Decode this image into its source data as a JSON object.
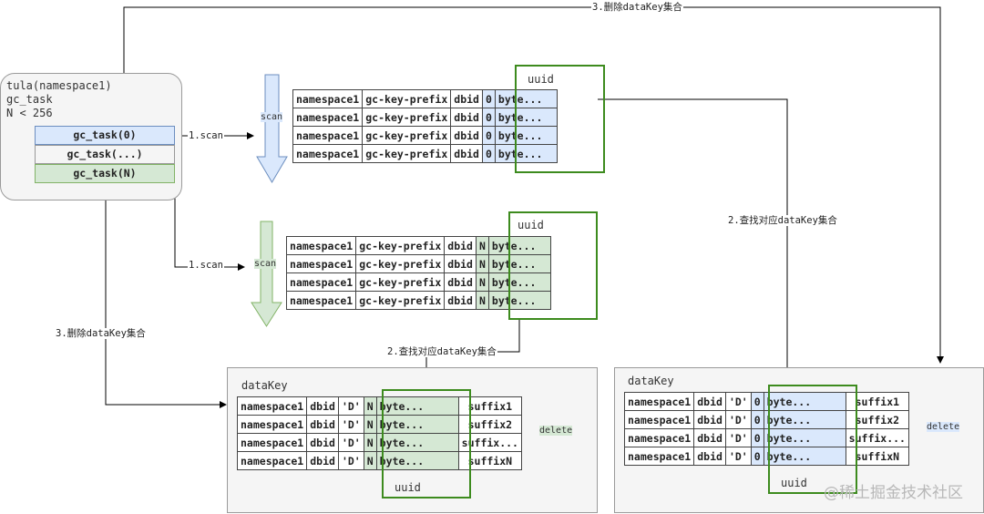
{
  "tula": {
    "title_lines": [
      "tula(namespace1)",
      "gc_task",
      "N < 256"
    ],
    "tasks": [
      "gc_task(0)",
      "gc_task(...)",
      "gc_task(N)"
    ]
  },
  "edges": {
    "scan1": "1.scan",
    "scan2": "1.scan",
    "find_top": "2.查找对应dataKey集合",
    "find_mid": "2.查找对应dataKey集合",
    "delete_top": "3.删除dataKey集合",
    "delete_left": "3.删除dataKey集合"
  },
  "scan_labels": {
    "blue": "scan",
    "green": "scan"
  },
  "table_blue": {
    "uuid_label": "uuid",
    "rows": [
      [
        "namespace1",
        "gc-key-prefix",
        "dbid",
        "0",
        "byte..."
      ],
      [
        "namespace1",
        "gc-key-prefix",
        "dbid",
        "0",
        "byte..."
      ],
      [
        "namespace1",
        "gc-key-prefix",
        "dbid",
        "0",
        "byte..."
      ],
      [
        "namespace1",
        "gc-key-prefix",
        "dbid",
        "0",
        "byte..."
      ]
    ]
  },
  "table_green": {
    "uuid_label": "uuid",
    "rows": [
      [
        "namespace1",
        "gc-key-prefix",
        "dbid",
        "N",
        "byte..."
      ],
      [
        "namespace1",
        "gc-key-prefix",
        "dbid",
        "N",
        "byte..."
      ],
      [
        "namespace1",
        "gc-key-prefix",
        "dbid",
        "N",
        "byte..."
      ],
      [
        "namespace1",
        "gc-key-prefix",
        "dbid",
        "N",
        "byte..."
      ]
    ]
  },
  "datakey_left": {
    "title": "dataKey",
    "uuid_label": "uuid",
    "delete_label": "delete",
    "rows": [
      [
        "namespace1",
        "dbid",
        "'D'",
        "N",
        "byte...",
        "suffix1"
      ],
      [
        "namespace1",
        "dbid",
        "'D'",
        "N",
        "byte...",
        "suffix2"
      ],
      [
        "namespace1",
        "dbid",
        "'D'",
        "N",
        "byte...",
        "suffix..."
      ],
      [
        "namespace1",
        "dbid",
        "'D'",
        "N",
        "byte...",
        "suffixN"
      ]
    ]
  },
  "datakey_right": {
    "title": "dataKey",
    "uuid_label": "uuid",
    "delete_label": "delete",
    "rows": [
      [
        "namespace1",
        "dbid",
        "'D'",
        "0",
        "byte...",
        "suffix1"
      ],
      [
        "namespace1",
        "dbid",
        "'D'",
        "0",
        "byte...",
        "suffix2"
      ],
      [
        "namespace1",
        "dbid",
        "'D'",
        "0",
        "byte...",
        "suffix..."
      ],
      [
        "namespace1",
        "dbid",
        "'D'",
        "0",
        "byte...",
        "suffixN"
      ]
    ]
  },
  "watermark": "@稀土掘金技术社区",
  "colors": {
    "blue_fill": "#dae8fc",
    "blue_stroke": "#6c8ebf",
    "green_fill": "#d5e8d4",
    "green_stroke": "#3d8b1e",
    "panel_fill": "#f5f5f5"
  }
}
